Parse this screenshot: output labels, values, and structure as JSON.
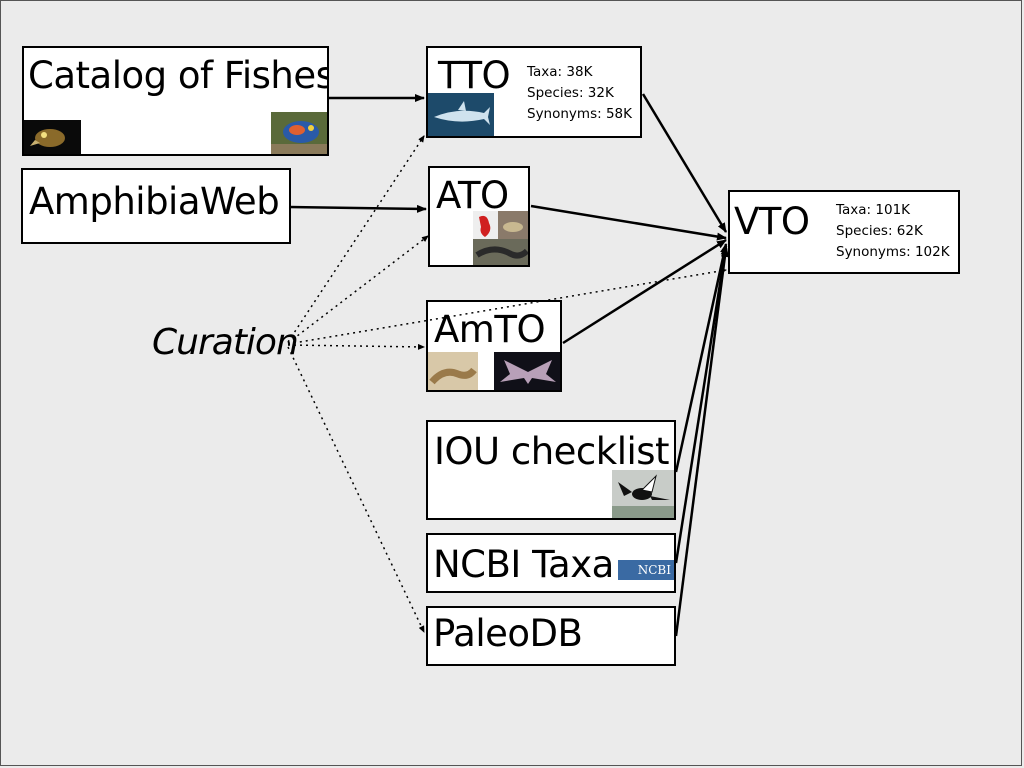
{
  "nodes": {
    "catalog_of_fishes": {
      "label": "Catalog of Fishes"
    },
    "amphibiaweb": {
      "label": "AmphibiaWeb"
    },
    "tto": {
      "label": "TTO",
      "taxa": "Taxa: 38K",
      "species": "Species: 32K",
      "synonyms": "Synonyms: 58K"
    },
    "ato": {
      "label": "ATO"
    },
    "amto": {
      "label": "AmTO"
    },
    "iou_checklist": {
      "label": "IOU checklist"
    },
    "ncbi_taxa": {
      "label": "NCBI Taxa",
      "logo_text": "NCBI"
    },
    "paleodb": {
      "label": "PaleoDB"
    },
    "vto": {
      "label": "VTO",
      "taxa": "Taxa: 101K",
      "species": "Species: 62K",
      "synonyms": "Synonyms: 102K"
    }
  },
  "curation": {
    "label": "Curation"
  },
  "colors": {
    "background": "#ebebeb",
    "box_border": "#000000",
    "box_fill": "#ffffff",
    "ncbi_logo": "#3a6aa3"
  }
}
